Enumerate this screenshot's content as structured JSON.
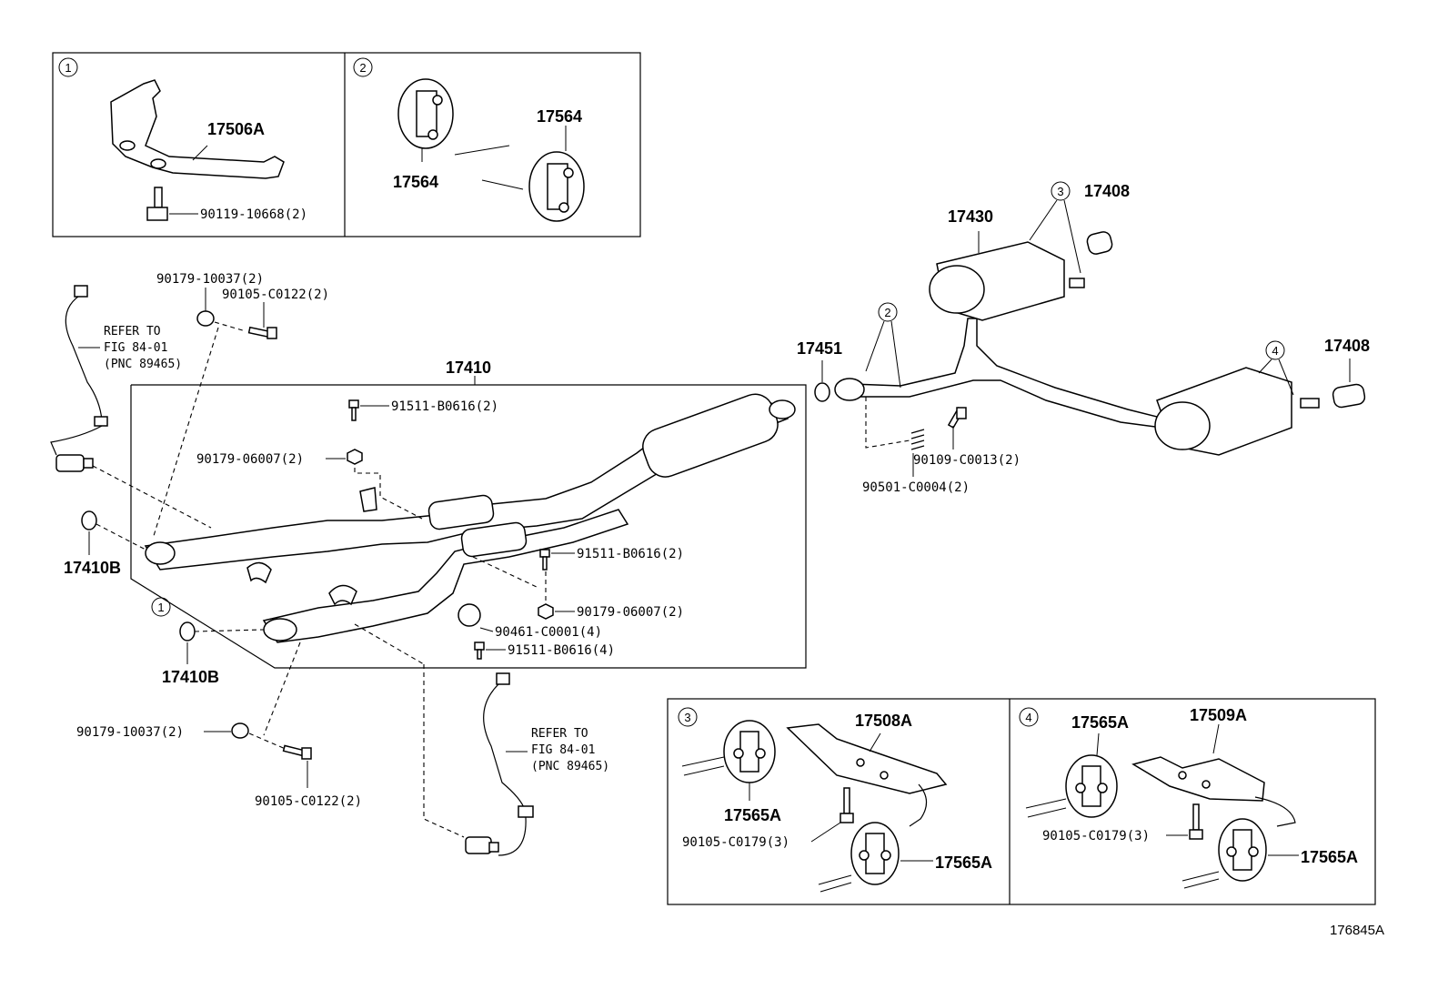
{
  "callouts": {
    "c1": "1",
    "c2": "2",
    "c3": "3",
    "c4": "4"
  },
  "parts": {
    "p17506A": "17506A",
    "p90119_10668": "90119-10668(2)",
    "p17564_top": "17564",
    "p17564_bottom": "17564",
    "p90179_10037_top": "90179-10037(2)",
    "p90105_C0122_top": "90105-C0122(2)",
    "p17410": "17410",
    "p91511_B0616_a": "91511-B0616(2)",
    "p90179_06007_a": "90179-06007(2)",
    "p17410B_left": "17410B",
    "p91511_B0616_b": "91511-B0616(2)",
    "p90179_06007_b": "90179-06007(2)",
    "p90461_C0001": "90461-C0001(4)",
    "p91511_B0616_c": "91511-B0616(4)",
    "p17410B_bottom": "17410B",
    "p90179_10037_bottom": "90179-10037(2)",
    "p90105_C0122_bottom": "90105-C0122(2)",
    "p17430": "17430",
    "p17408_top": "17408",
    "p17451": "17451",
    "p17408_right": "17408",
    "p90109_C0013": "90109-C0013(2)",
    "p90501_C0004": "90501-C0004(2)",
    "p17508A": "17508A",
    "p17565A_3a": "17565A",
    "p90105_C0179_3": "90105-C0179(3)",
    "p17565A_3b": "17565A",
    "p17509A": "17509A",
    "p17565A_4a": "17565A",
    "p90105_C0179_4": "90105-C0179(3)",
    "p17565A_4b": "17565A"
  },
  "refer_notes": {
    "left": {
      "line1": "REFER TO",
      "line2": "FIG 84-01",
      "line3": "(PNC 89465)"
    },
    "bottom": {
      "line1": "REFER TO",
      "line2": "FIG 84-01",
      "line3": "(PNC 89465)"
    }
  },
  "figure_id": "176845A"
}
